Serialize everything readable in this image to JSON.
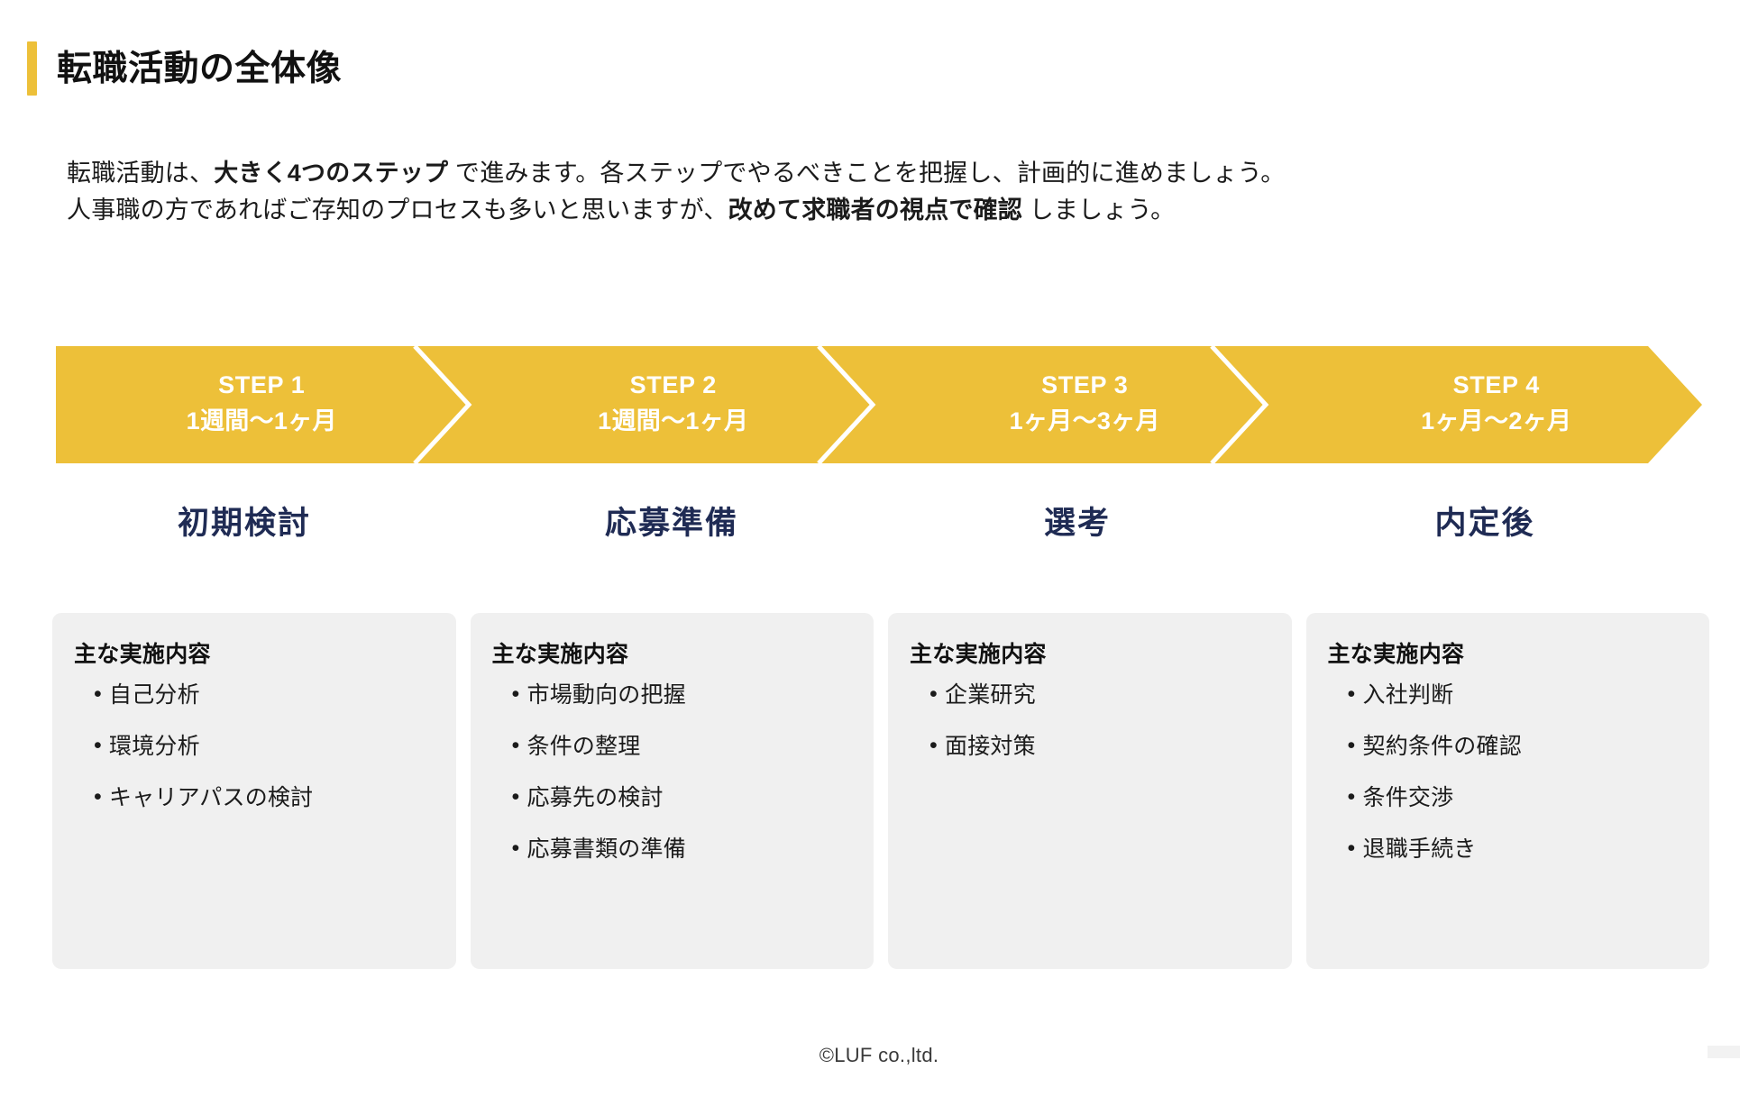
{
  "slide": {
    "title": "転職活動の全体像",
    "accent_color": "#EDC039",
    "heading_color": "#1F2B54",
    "card_bg_color": "#F0F0F0"
  },
  "intro": {
    "line1_a": "転職活動は、",
    "line1_b": "大きく4つのステップ",
    "line1_c": " で進みます。各ステップでやるべきことを把握し、計画的に進めましょう。",
    "line2_a": "人事職の方であればご存知のプロセスも多いと思いますが、",
    "line2_b": "改めて求職者の視点で確認",
    "line2_c": " しましょう。"
  },
  "steps": [
    {
      "name": "STEP 1",
      "duration": "1週間〜1ヶ月"
    },
    {
      "name": "STEP 2",
      "duration": "1週間〜1ヶ月"
    },
    {
      "name": "STEP 3",
      "duration": "1ヶ月〜3ヶ月"
    },
    {
      "name": "STEP 4",
      "duration": "1ヶ月〜2ヶ月"
    }
  ],
  "phases": [
    {
      "title": "初期検討"
    },
    {
      "title": "応募準備"
    },
    {
      "title": "選考"
    },
    {
      "title": "内定後"
    }
  ],
  "cards": [
    {
      "heading": "主な実施内容",
      "items": [
        "自己分析",
        "環境分析",
        "キャリアパスの検討"
      ]
    },
    {
      "heading": "主な実施内容",
      "items": [
        "市場動向の把握",
        "条件の整理",
        "応募先の検討",
        "応募書類の準備"
      ]
    },
    {
      "heading": "主な実施内容",
      "items": [
        "企業研究",
        "面接対策"
      ]
    },
    {
      "heading": "主な実施内容",
      "items": [
        "入社判断",
        "契約条件の確認",
        "条件交渉",
        "退職手続き"
      ]
    }
  ],
  "footer": {
    "copyright": "©LUF co.,ltd."
  }
}
